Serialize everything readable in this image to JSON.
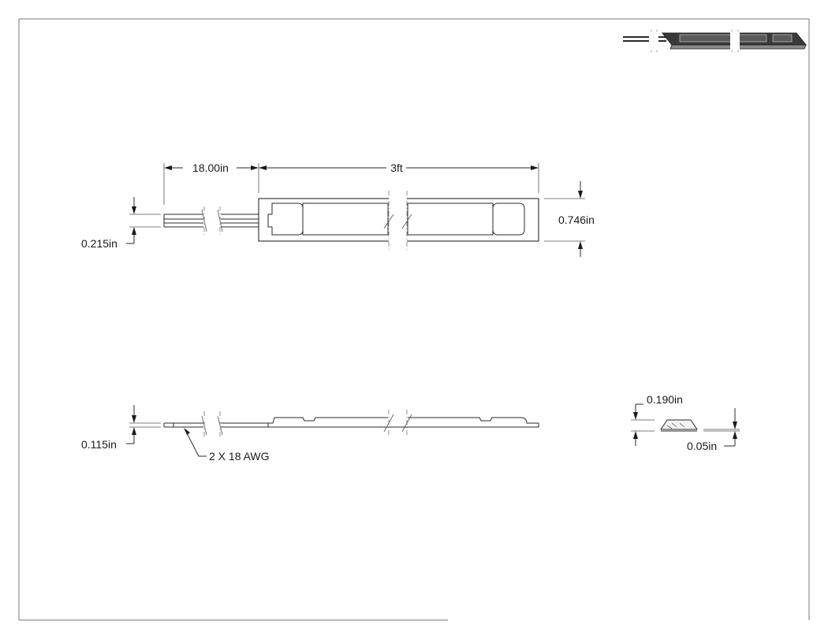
{
  "drawing": {
    "dimensions": {
      "lead_length": "18.00in",
      "heater_length": "3ft",
      "width": "0.746in",
      "lead_spacing": "0.215in",
      "lead_thickness": "0.115in",
      "wire_callout": "2 X 18 AWG",
      "end_height": "0.190in",
      "substrate_thickness": "0.05in"
    },
    "colors": {
      "line": "#2a2a2a",
      "frame": "#555555",
      "iso_fill": "#3a3a3a"
    }
  }
}
